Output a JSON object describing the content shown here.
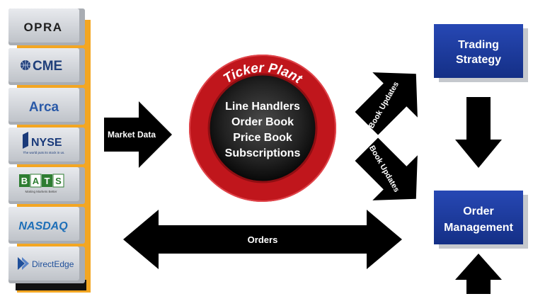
{
  "exchanges": [
    {
      "name": "OPRA",
      "color": "#1f1f1f"
    },
    {
      "name": "CME",
      "color": "#1f3f7a"
    },
    {
      "name": "Arca",
      "color": "#2a5aa8"
    },
    {
      "name": "NYSE",
      "tagline": "The world puts its stock in us.",
      "color": "#1a3a7a"
    },
    {
      "name": "BATS",
      "letters": [
        "B",
        "A",
        "T",
        "S"
      ],
      "tagline": "Making Markets Better",
      "color": "#2e7d32"
    },
    {
      "name": "NASDAQ",
      "color": "#1e6fb8"
    },
    {
      "name": "DirectEdge",
      "color": "#1f4f9a"
    }
  ],
  "arrows": {
    "market_data": "Market Data",
    "orders": "Orders",
    "book_updates_1": "Book Updates",
    "book_updates_2": "Book Updates"
  },
  "ticker_plant": {
    "title": "Ticker Plant",
    "components": [
      "Line Handlers",
      "Order Book",
      "Price Book",
      "Subscriptions"
    ]
  },
  "trading_strategy": {
    "line1": "Trading",
    "line2": "Strategy"
  },
  "order_management": {
    "line1": "Order",
    "line2": "Management"
  },
  "colors": {
    "ring": "#c0161c",
    "blue_box": "#1b3a9e",
    "arrow": "#000000",
    "exchange_bg": "#d3d6db",
    "shelf": "#f3a622"
  }
}
